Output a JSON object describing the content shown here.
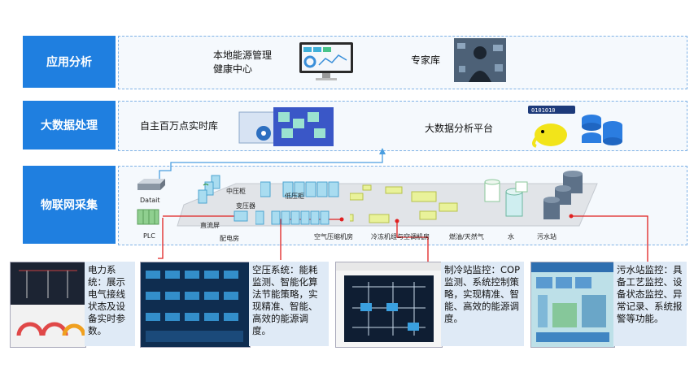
{
  "layers": [
    {
      "label": "应用分析"
    },
    {
      "label": "大数据处理"
    },
    {
      "label": "物联网采集"
    }
  ],
  "application": {
    "item1": "本地能源管理\n健康中心",
    "item2": "专家库"
  },
  "bigdata": {
    "item1": "自主百万点实时库",
    "item2": "大数据分析平台"
  },
  "iot": {
    "datait": "Datait",
    "plc": "PLC",
    "zhongyagui": "中压柜",
    "bianyaqi": "变压器",
    "diyagui": "低压柜",
    "zhiliuping": "直流屏",
    "peidianfang": "配电房",
    "kongya": "空气压缩机房",
    "lengdong": "冷冻机组与空调机房",
    "ranyou": "燃油/天然气",
    "shui": "水",
    "wushuizhan": "污水站"
  },
  "panels": [
    {
      "text": "电力系统：展示电气接线状态及设备实时参数。"
    },
    {
      "text": "空压系统：能耗监测、智能化算法节能策略，实现精准、智能、高效的能源调度。"
    },
    {
      "text": "制冷站监控：COP监测、系统控制策略，实现精准、智能、高效的能源调度。"
    },
    {
      "text": "污水站监控：具备工艺监控、设备状态监控、异常记录、系统报警等功能。"
    }
  ],
  "colors": {
    "layer_blue": "#1f7fe0",
    "connector_red": "#e02020",
    "connector_blue": "#4a9ee0"
  }
}
